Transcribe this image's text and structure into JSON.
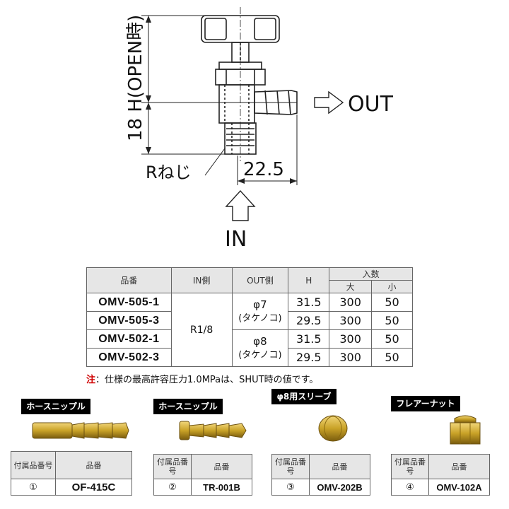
{
  "diagram": {
    "dim_h_label": "18  H(OPEN時)",
    "dim_22_5": "22.5",
    "r_thread": "Rねじ",
    "out": "OUT",
    "in": "IN"
  },
  "spec_table": {
    "headers": {
      "part_no": "品番",
      "in_side": "IN側",
      "out_side": "OUT側",
      "h": "H",
      "qty": "入数",
      "qty_large": "大",
      "qty_small": "小"
    },
    "in_value": "R1/8",
    "out_group1": [
      "φ7",
      "(タケノコ)"
    ],
    "out_group2": [
      "φ8",
      "(タケノコ)"
    ],
    "rows": [
      {
        "part_no": "OMV-505-1",
        "h": "31.5",
        "large": "300",
        "small": "50"
      },
      {
        "part_no": "OMV-505-3",
        "h": "29.5",
        "large": "300",
        "small": "50"
      },
      {
        "part_no": "OMV-502-1",
        "h": "31.5",
        "large": "300",
        "small": "50"
      },
      {
        "part_no": "OMV-502-3",
        "h": "29.5",
        "large": "300",
        "small": "50"
      }
    ]
  },
  "note": {
    "prefix": "注",
    "text": "：仕様の最高許容圧力1.0MPaは、SHUT時の値です。"
  },
  "accessories": {
    "header_acc_no": "付属品番号",
    "header_part_no": "品番",
    "items": [
      {
        "label": "ホースニップル",
        "no": "①",
        "part_no": "OF-415C"
      },
      {
        "label": "ホースニップル",
        "no": "②",
        "part_no": "TR-001B"
      },
      {
        "label": "φ8用スリーブ",
        "no": "③",
        "part_no": "OMV-202B"
      },
      {
        "label": "フレアーナット",
        "no": "④",
        "part_no": "OMV-102A"
      }
    ]
  },
  "colors": {
    "brass": "#c9a227",
    "brass_dark": "#8a6a10",
    "note_red": "#d00000"
  }
}
